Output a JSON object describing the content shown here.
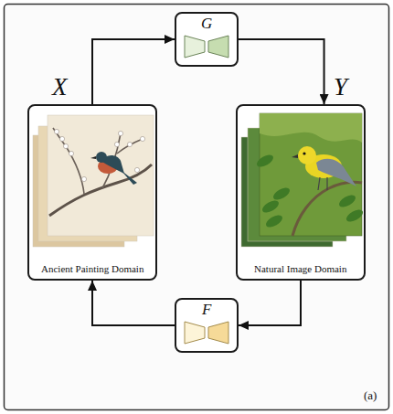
{
  "diagram": {
    "nodes": [
      {
        "text": [
          "G"
        ]
      },
      {
        "text": [
          "Ancient Painting Domain"
        ]
      },
      {
        "text": [
          "Natural Image Domain"
        ]
      },
      {
        "text": [
          "F"
        ]
      }
    ],
    "edges": [
      {
        "from": 1,
        "to": 0,
        "arrow": "to"
      },
      {
        "from": 0,
        "to": 2,
        "arrow": "to"
      },
      {
        "from": 2,
        "to": 3,
        "arrow": "to"
      },
      {
        "from": 3,
        "to": 1,
        "arrow": "to"
      }
    ],
    "labels": [
      "X",
      "Y",
      "(a)"
    ]
  }
}
